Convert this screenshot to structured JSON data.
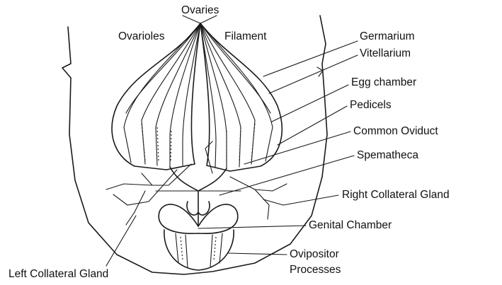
{
  "labels": {
    "ovaries": "Ovaries",
    "ovarioles": "Ovarioles",
    "filament": "Filament",
    "germarium": "Germarium",
    "vitellarium": "Vitellarium",
    "egg_chamber": "Egg chamber",
    "pedicels": "Pedicels",
    "common_oviduct": "Common Oviduct",
    "spermatheca": "Spematheca",
    "right_collateral_gland": "Right Collateral Gland",
    "genital_chamber": "Genital Chamber",
    "ovipositor_line1": "Ovipositor",
    "ovipositor_line2": "Processes",
    "left_collateral_gland": "Left Collateral Gland"
  },
  "colors": {
    "ink": "#1a1a1a",
    "background": "#ffffff"
  }
}
